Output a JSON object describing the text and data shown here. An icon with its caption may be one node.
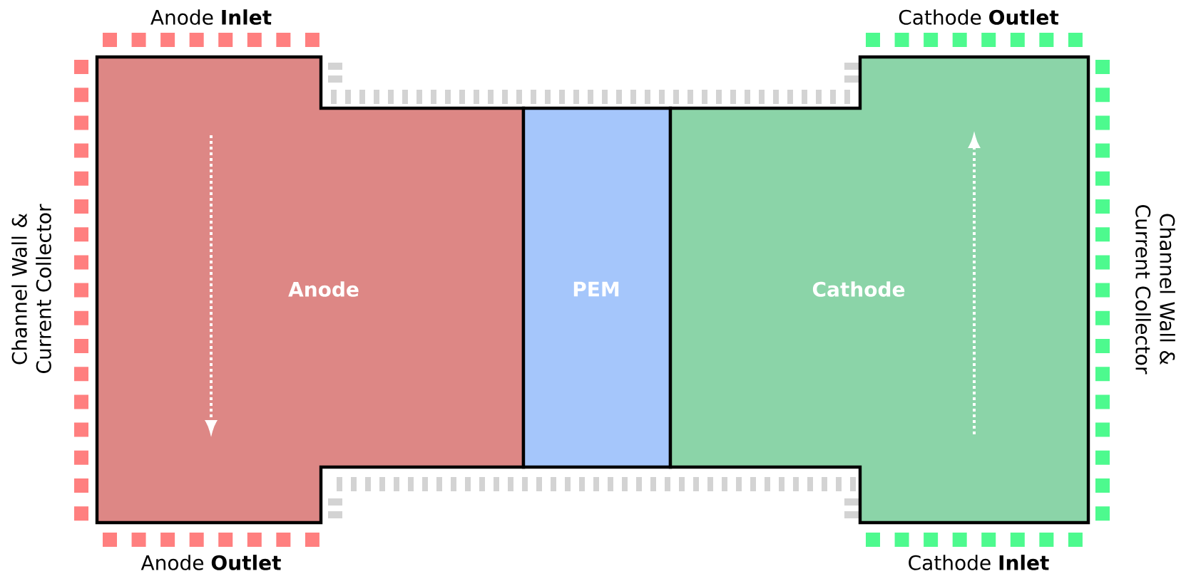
{
  "diagram": {
    "nodes": [
      {
        "text": [
          "Anode"
        ]
      },
      {
        "text": [
          "PEM"
        ]
      },
      {
        "text": [
          "Cathode"
        ]
      }
    ],
    "labels": [
      "Anode **Inlet**",
      "Cathode **Outlet**",
      "Channel Wall & Current Collector",
      "Channel Wall & Current Collector",
      "Anode **Outlet**",
      "Cathode **Inlet**"
    ]
  }
}
